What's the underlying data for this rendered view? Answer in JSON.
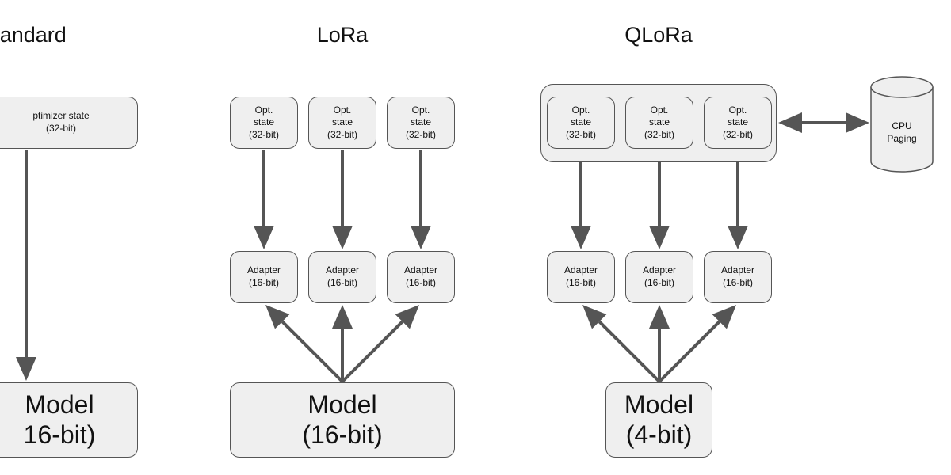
{
  "titles": {
    "standard": "tandard",
    "lora": "LoRa",
    "qlora": "QLoRa"
  },
  "standard": {
    "optimizer": [
      "ptimizer state",
      "(32-bit)"
    ],
    "model": [
      "Model",
      "16-bit)"
    ]
  },
  "lora": {
    "opt": [
      [
        "Opt.",
        "state",
        "(32-bit)"
      ],
      [
        "Opt.",
        "state",
        "(32-bit)"
      ],
      [
        "Opt.",
        "state",
        "(32-bit)"
      ]
    ],
    "adapter": [
      [
        "Adapter",
        "(16-bit)"
      ],
      [
        "Adapter",
        "(16-bit)"
      ],
      [
        "Adapter",
        "(16-bit)"
      ]
    ],
    "model": [
      "Model",
      "(16-bit)"
    ]
  },
  "qlora": {
    "opt": [
      [
        "Opt.",
        "state",
        "(32-bit)"
      ],
      [
        "Opt.",
        "state",
        "(32-bit)"
      ],
      [
        "Opt.",
        "state",
        "(32-bit)"
      ]
    ],
    "adapter": [
      [
        "Adapter",
        "(16-bit)"
      ],
      [
        "Adapter",
        "(16-bit)"
      ],
      [
        "Adapter",
        "(16-bit)"
      ]
    ],
    "model": [
      "Model",
      "(4-bit)"
    ],
    "cpu": [
      "CPU",
      "Paging"
    ]
  },
  "colors": {
    "box_fill": "#efefef",
    "border": "#555555",
    "arrow": "#555555"
  }
}
